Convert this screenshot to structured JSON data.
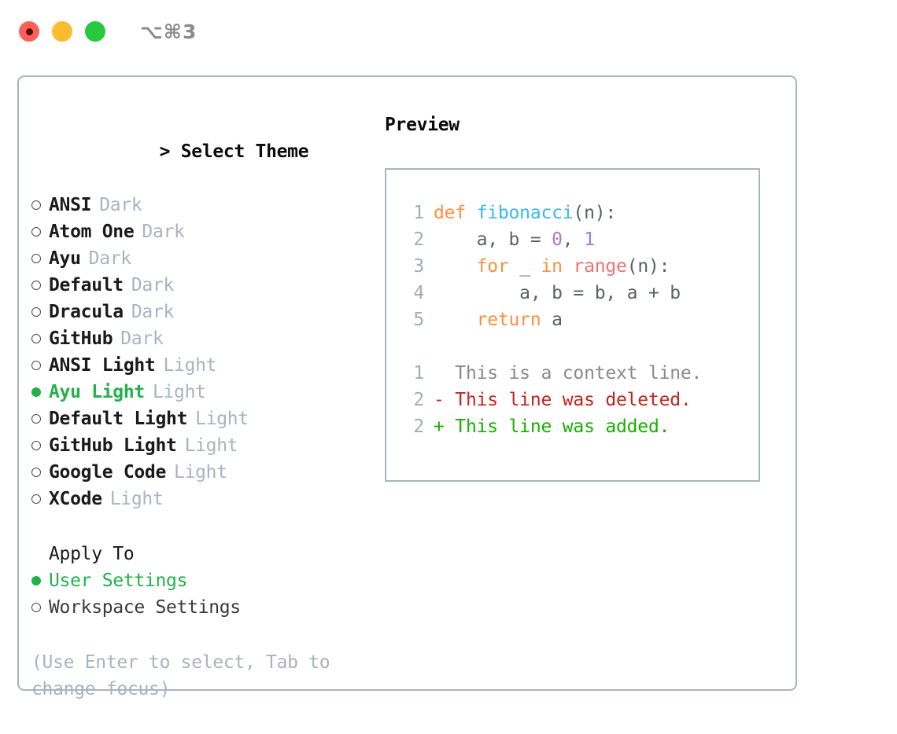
{
  "titlebar": {
    "shortcut": "⌥⌘3",
    "lights": [
      {
        "name": "close",
        "color": "#fc6058"
      },
      {
        "name": "minimize",
        "color": "#fdbc2f"
      },
      {
        "name": "maximize",
        "color": "#28c940"
      }
    ]
  },
  "theme_select": {
    "caret": ">",
    "heading": "Select Theme",
    "options": [
      {
        "name": "ANSI",
        "tag": "Dark",
        "selected": false
      },
      {
        "name": "Atom One",
        "tag": "Dark",
        "selected": false
      },
      {
        "name": "Ayu",
        "tag": "Dark",
        "selected": false
      },
      {
        "name": "Default",
        "tag": "Dark",
        "selected": false
      },
      {
        "name": "Dracula",
        "tag": "Dark",
        "selected": false
      },
      {
        "name": "GitHub",
        "tag": "Dark",
        "selected": false
      },
      {
        "name": "ANSI Light",
        "tag": "Light",
        "selected": false
      },
      {
        "name": "Ayu Light",
        "tag": "Light",
        "selected": true
      },
      {
        "name": "Default Light",
        "tag": "Light",
        "selected": false
      },
      {
        "name": "GitHub Light",
        "tag": "Light",
        "selected": false
      },
      {
        "name": "Google Code",
        "tag": "Light",
        "selected": false
      },
      {
        "name": "XCode",
        "tag": "Light",
        "selected": false
      }
    ]
  },
  "apply_to": {
    "heading": "Apply To",
    "options": [
      {
        "name": "User Settings",
        "selected": true
      },
      {
        "name": "Workspace Settings",
        "selected": false
      }
    ]
  },
  "hint": "(Use Enter to select, Tab to change focus)",
  "preview": {
    "title": "Preview",
    "code_lines": [
      {
        "num": "1",
        "tokens": [
          {
            "t": "def ",
            "c": "kw"
          },
          {
            "t": "fibonacci",
            "c": "fn"
          },
          {
            "t": "(n):",
            "c": "plain"
          }
        ]
      },
      {
        "num": "2",
        "tokens": [
          {
            "t": "    a, b = ",
            "c": "plain"
          },
          {
            "t": "0",
            "c": "num"
          },
          {
            "t": ", ",
            "c": "plain"
          },
          {
            "t": "1",
            "c": "num"
          }
        ]
      },
      {
        "num": "3",
        "tokens": [
          {
            "t": "    ",
            "c": "plain"
          },
          {
            "t": "for",
            "c": "kw"
          },
          {
            "t": " _ ",
            "c": "plain"
          },
          {
            "t": "in",
            "c": "kw"
          },
          {
            "t": " ",
            "c": "plain"
          },
          {
            "t": "range",
            "c": "call"
          },
          {
            "t": "(n):",
            "c": "plain"
          }
        ]
      },
      {
        "num": "4",
        "tokens": [
          {
            "t": "        a, b = b, a + b",
            "c": "plain"
          }
        ]
      },
      {
        "num": "5",
        "tokens": [
          {
            "t": "    ",
            "c": "plain"
          },
          {
            "t": "return",
            "c": "kw"
          },
          {
            "t": " a",
            "c": "plain"
          }
        ]
      }
    ],
    "diff_lines": [
      {
        "num": "1",
        "marker": "  ",
        "text": "This is a context line.",
        "kind": "ctx"
      },
      {
        "num": "2",
        "marker": "- ",
        "text": "This line was deleted.",
        "kind": "del"
      },
      {
        "num": "2",
        "marker": "+ ",
        "text": "This line was added.",
        "kind": "add"
      }
    ]
  },
  "colors": {
    "accent_green": "#22b14c",
    "muted": "#a9b3c0",
    "border": "#aab4bf",
    "keyword": "#ff8f40",
    "function": "#39bae6",
    "number": "#a37acc",
    "call": "#f07171",
    "diff_add": "#16b000",
    "diff_del": "#c4241d"
  }
}
